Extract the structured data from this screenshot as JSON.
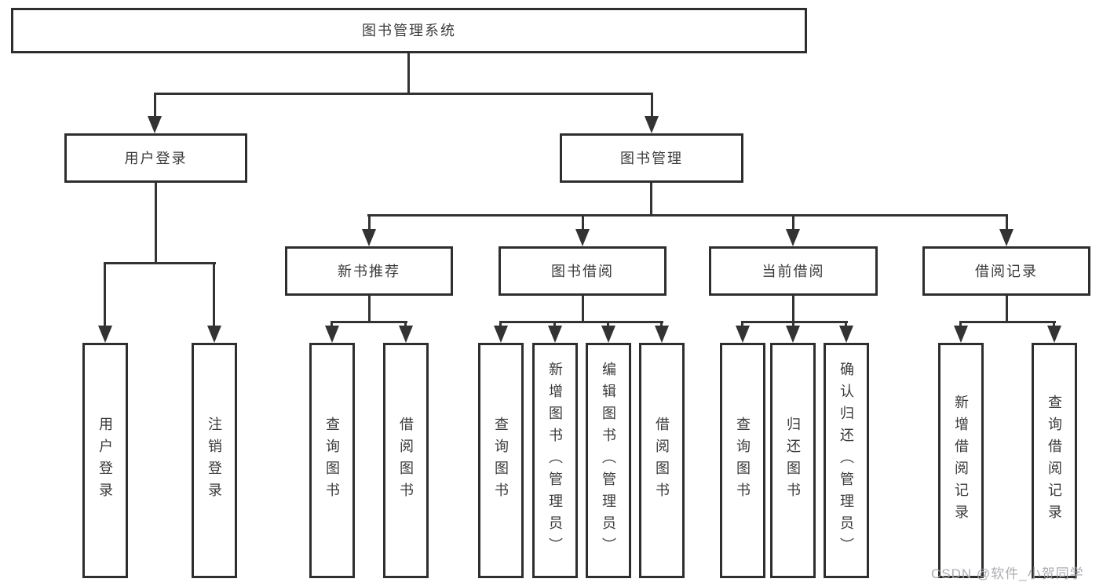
{
  "diagram_title": "图书管理系统",
  "watermark": "CSDN @软件_小贺同学",
  "colors": {
    "background": "#ffffff",
    "box_border": "#2e2e2e",
    "line": "#333333",
    "text": "#3a3a3a",
    "watermark": "#a8a8ae"
  },
  "tree": {
    "root": {
      "label": "图书管理系统"
    },
    "branches": [
      {
        "label": "用户登录",
        "children": [
          {
            "label": "用户登录"
          },
          {
            "label": "注销登录"
          }
        ]
      },
      {
        "label": "图书管理",
        "children": [
          {
            "label": "新书推荐",
            "children": [
              {
                "label": "查询图书"
              },
              {
                "label": "借阅图书"
              }
            ]
          },
          {
            "label": "图书借阅",
            "children": [
              {
                "label": "查询图书"
              },
              {
                "label": "新增图书（管理员）"
              },
              {
                "label": "编辑图书（管理员）"
              },
              {
                "label": "借阅图书"
              }
            ]
          },
          {
            "label": "当前借阅",
            "children": [
              {
                "label": "查询图书"
              },
              {
                "label": "归还图书"
              },
              {
                "label": "确认归还（管理员）"
              }
            ]
          },
          {
            "label": "借阅记录",
            "children": [
              {
                "label": "新增借阅记录"
              },
              {
                "label": "查询借阅记录"
              }
            ]
          }
        ]
      }
    ]
  }
}
